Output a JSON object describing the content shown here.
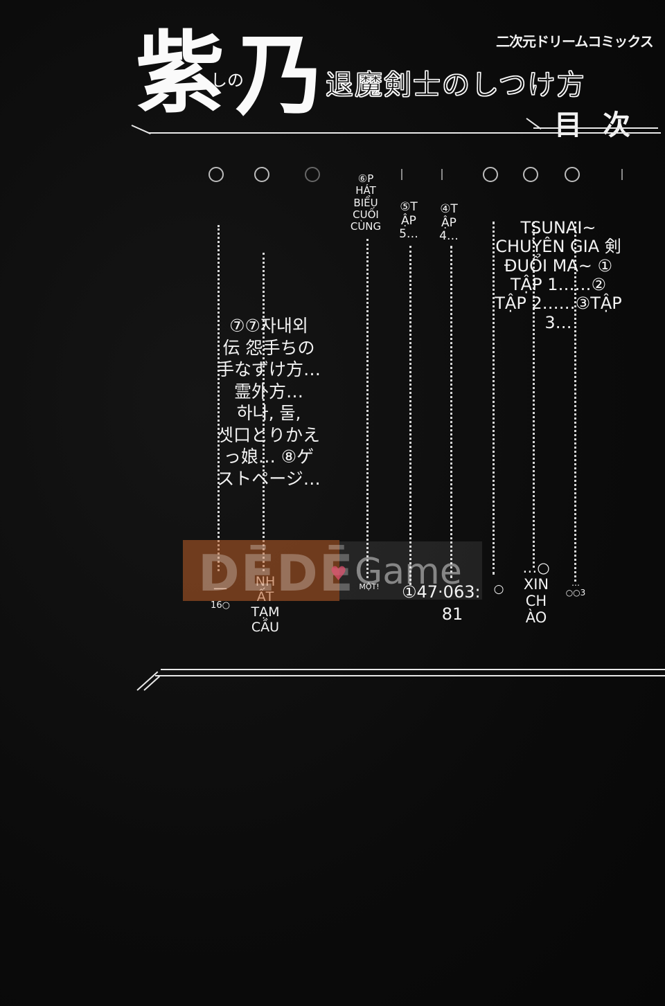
{
  "header": {
    "title_kanji_1": "紫",
    "title_ruby": "しの",
    "title_kanji_2": "乃",
    "subtitle": "退魔剣士のしつけ方",
    "publisher": "二次元ドリームコミックス",
    "toc_label": "目次"
  },
  "columns": [
    {
      "id": "col-1",
      "lines": [
        "⑦⑦자내외",
        "伝 怨手ちの",
        "手なずけ方…",
        "霊外方…",
        "하나, 둘,",
        "셋口とりかえ",
        "っ娘… ⑧ゲ",
        "ストページ…"
      ],
      "page_lines": [
        "一",
        "16○"
      ]
    },
    {
      "id": "col-2",
      "page_lines": [
        "NH",
        "ẤT",
        "TẠM",
        "CẦU"
      ]
    },
    {
      "id": "col-3",
      "lines": [
        "⑥P",
        "HÁT",
        "BIỂU",
        "CUỐI",
        "CÙNG"
      ],
      "page_lines": [
        "MỘT!"
      ]
    },
    {
      "id": "col-4",
      "lines": [
        "⑤T",
        "ẬP",
        "5…"
      ],
      "page_lines": [
        "①47·063:"
      ]
    },
    {
      "id": "col-5",
      "lines": [
        "④T",
        "ẬP",
        "4…"
      ],
      "page_lines": [
        "81"
      ]
    },
    {
      "id": "col-6",
      "lines": [
        "TSUNAI~",
        "CHUYÊN GIA 剣",
        "ĐUỔI MA~ ①",
        "TẬP 1……②",
        "TẬP 2……③TẬP",
        "3…"
      ],
      "page_lines": [
        "○"
      ]
    },
    {
      "id": "col-7",
      "page_lines": [
        "…○",
        "XIN",
        "CH",
        "ÀO"
      ]
    },
    {
      "id": "col-8",
      "page_lines": [
        "…",
        "○○3"
      ]
    }
  ],
  "watermark": {
    "left_text": "DĒDĒ",
    "heart": "♥",
    "right_text": "Game"
  }
}
